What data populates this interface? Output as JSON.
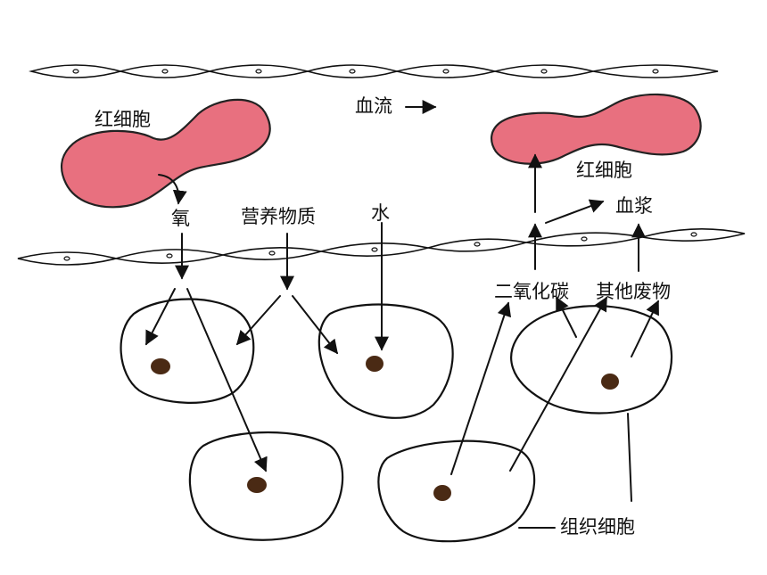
{
  "labels": {
    "rbc_left": "红细胞",
    "rbc_right": "红细胞",
    "blood_flow": "血流",
    "oxygen": "氧",
    "nutrients": "营养物质",
    "water": "水",
    "plasma": "血浆",
    "co2": "二氧化碳",
    "other_waste": "其他废物",
    "tissue_cells": "组织细胞"
  },
  "colors": {
    "red_blood_cell": "#e8707f",
    "nucleus": "#4a2a14",
    "line": "#111111"
  }
}
